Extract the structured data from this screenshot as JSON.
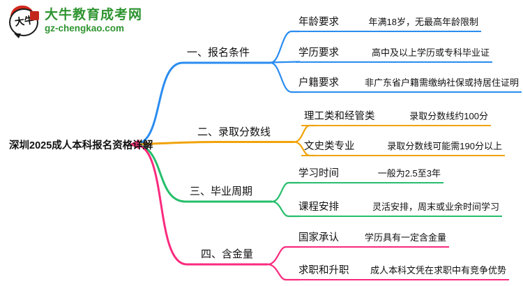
{
  "logo": {
    "title": "大牛教育成考网",
    "url": "gz-chengkao.com",
    "icon_text": "大牛",
    "brand_color": "#2e9430",
    "seal_color": "#c3271b"
  },
  "root": {
    "label": "深圳2025成人本科报名资格详解"
  },
  "center_marker_color": "#ef2f74",
  "branches": [
    {
      "label": "一、报名条件",
      "color": "#2a8cf0",
      "children": [
        {
          "label": "年龄要求",
          "value": "年满18岁，无最高年龄限制"
        },
        {
          "label": "学历要求",
          "value": "高中及以上学历或专科毕业证"
        },
        {
          "label": "户籍要求",
          "value": "非广东省户籍需缴纳社保或持居住证明"
        }
      ]
    },
    {
      "label": "二、录取分数线",
      "color": "#f0a30a",
      "children": [
        {
          "label": "理工类和经管类",
          "value": "录取分数线约100分"
        },
        {
          "label": "文史类专业",
          "value": "录取分数线可能需190分以上"
        }
      ]
    },
    {
      "label": "三、毕业周期",
      "color": "#25be6b",
      "children": [
        {
          "label": "学习时间",
          "value": "一般为2.5至3年"
        },
        {
          "label": "课程安排",
          "value": "灵活安排，周末或业余时间学习"
        }
      ]
    },
    {
      "label": "四、含金量",
      "color": "#fa2a7e",
      "children": [
        {
          "label": "国家承认",
          "value": "学历具有一定含金量"
        },
        {
          "label": "求职和升职",
          "value": "成人本科文凭在求职中有竞争优势"
        }
      ]
    }
  ]
}
